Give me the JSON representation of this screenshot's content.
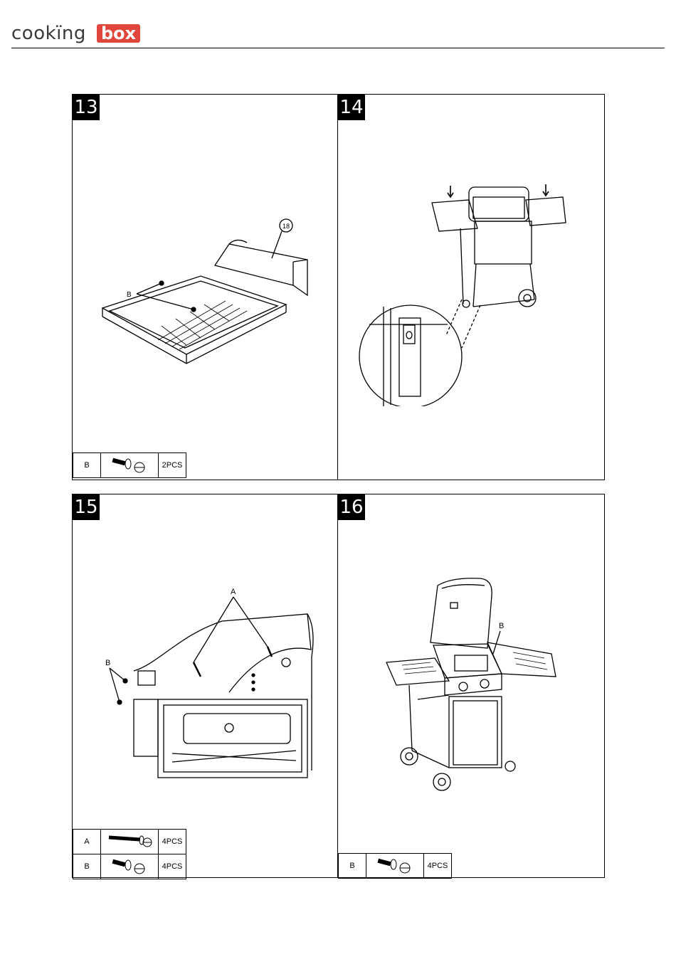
{
  "header": {
    "logo_part1": "cookïng",
    "logo_part2": "box"
  },
  "colors": {
    "brand_red": "#e0463b",
    "ink": "#000000"
  },
  "panels": [
    {
      "step": "13",
      "label_part": "18",
      "label_b": "B",
      "parts": [
        {
          "code": "B",
          "icon": "screw-icon",
          "qty": "2PCS"
        }
      ]
    },
    {
      "step": "14",
      "parts": []
    },
    {
      "step": "15",
      "label_a": "A",
      "label_b": "B",
      "parts": [
        {
          "code": "A",
          "icon": "long-bolt-icon",
          "qty": "4PCS"
        },
        {
          "code": "B",
          "icon": "screw-icon",
          "qty": "4PCS"
        }
      ]
    },
    {
      "step": "16",
      "label_b": "B",
      "parts": [
        {
          "code": "B",
          "icon": "screw-icon",
          "qty": "4PCS"
        }
      ]
    }
  ]
}
